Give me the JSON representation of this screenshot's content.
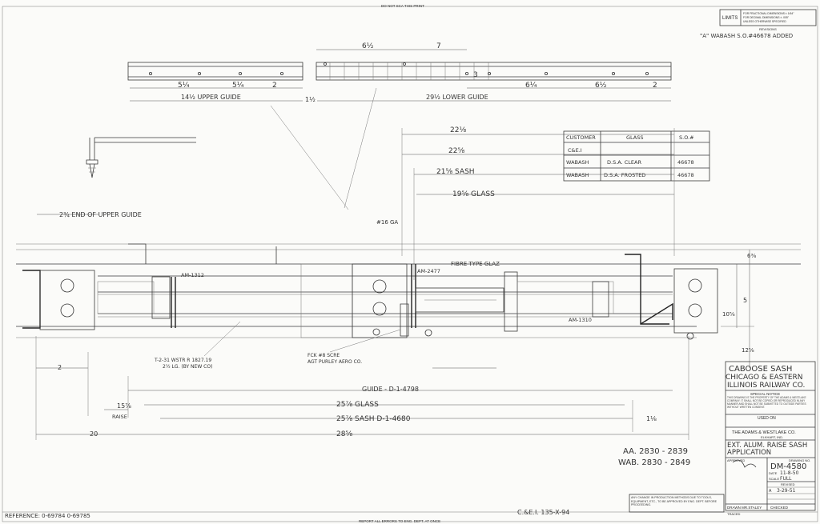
{
  "header": {
    "top_note": "DO NOT SCA    THIS PRINT",
    "bottom_note": "REPORT ALL ERRORS TO ENG. DEPT. AT ONCE",
    "reference": "REFERENCE: 0-69784  0-69785"
  },
  "limits_box": {
    "label": "LIMITS",
    "line1": "FOR FRACTIONAL DIMENSIONS ± 1/64\"",
    "line2": "FOR DECIMAL DIMENSIONS ± .005\"",
    "line3": "UNLESS OTHERWISE SPECIFIED"
  },
  "revisions": {
    "heading": "REVISIONS",
    "entry": "\"A\" WABASH S.O.#46678 ADDED"
  },
  "top_views": {
    "upper_dims": [
      "6½",
      "7",
      "5¼",
      "5¼",
      "2",
      "3",
      "6¼",
      "6½",
      "2"
    ],
    "upper_guide": "14½ UPPER GUIDE",
    "upper_offset": "1½",
    "lower_guide": "29½ LOWER GUIDE"
  },
  "glass_table": {
    "headers": [
      "CUSTOMER",
      "GLASS",
      "S.O.#"
    ],
    "rows": [
      [
        "C&E.I",
        "",
        ""
      ],
      [
        "WABASH",
        "D.S.A. CLEAR",
        "46678"
      ],
      [
        "WABASH",
        "D.S.A. FROSTED",
        "46678"
      ]
    ]
  },
  "section_dims": {
    "d1": "22⅛",
    "d2": "22⅝",
    "d3": "21⅝ SASH",
    "d4": "19⅝ GLASS",
    "end_upper": "2¾  END OF UPPER GUIDE",
    "gauge": "#16 GA",
    "glass_type": "FIBRE TYPE GLAZ",
    "am2477": "AM-2477",
    "am1310": "AM-1310",
    "am1312": "AM-1312",
    "dim_right_top": "6⅜",
    "dim_right": "10⅝",
    "dim_5": "5",
    "dim_12": "12⅝",
    "dim_20": "20",
    "dim_2": "2",
    "dim_15": "15⅞",
    "raise": "RAISE",
    "note_screw1": "T-2-31 WSTR R 1827.19",
    "note_screw2": "2½ LG. (BY NEW CO)",
    "note_fck1": "FCK #8 SCRE",
    "note_fck2": "AGT PURLEY AERO CO.",
    "guide": "GUIDE - D-1-4798",
    "glass_long": "25⅞ GLASS",
    "sash_long": "25⅞ SASH  D-1-4680",
    "overall": "28⅝",
    "one_eighth": "1⅛"
  },
  "title_block": {
    "line1": "CABOOSE SASH",
    "line2": "CHICAGO & EASTERN",
    "line3": "ILLINOIS RAILWAY CO.",
    "special_notice": "SPECIAL NOTICE",
    "notice_text": "THIS DRAWING IS THE PROPERTY OF THE ADAMS & WESTLAKE COMPANY. IT SHALL NOT BE COPIED OR REPRODUCED IN ANY MANNER AND SHALL NOT BE SUBMITTED TO OUTSIDE PARTIES WITHOUT WRITTEN CONSENT.",
    "used_on": "USED ON",
    "company": "THE ADAMS & WESTLAKE CO.",
    "city": "ELKHART, IND.",
    "title1": "EXT. ALUM. RAISE SASH",
    "title2": "APPLICATION",
    "approved": "APPROVED",
    "drawing_no_label": "DRAWING NO.",
    "drawing_no": "DM-4580",
    "date_label": "DATE",
    "date": "11-8-50",
    "scale_label": "SCALE",
    "scale": "FULL",
    "revised": "REVISED",
    "rev_a": "A",
    "rev_date": "3-29-51",
    "drawn": "DRAWN MR.STALEY",
    "checked": "CHECKED",
    "traced": "TRACED"
  },
  "car_numbers": {
    "aa": "AA.  2830 - 2839",
    "wab": "WAB. 2830 - 2849"
  },
  "production_note": "ANY CHANGE IN PRODUCTION METHODS DUE TO TOOLS, EQUIPMENT, ETC., TO BE APPROVED BY ENG. DEPT. BEFORE PROCEEDING.",
  "file_ref": "C.&E.I. 135-X-94"
}
